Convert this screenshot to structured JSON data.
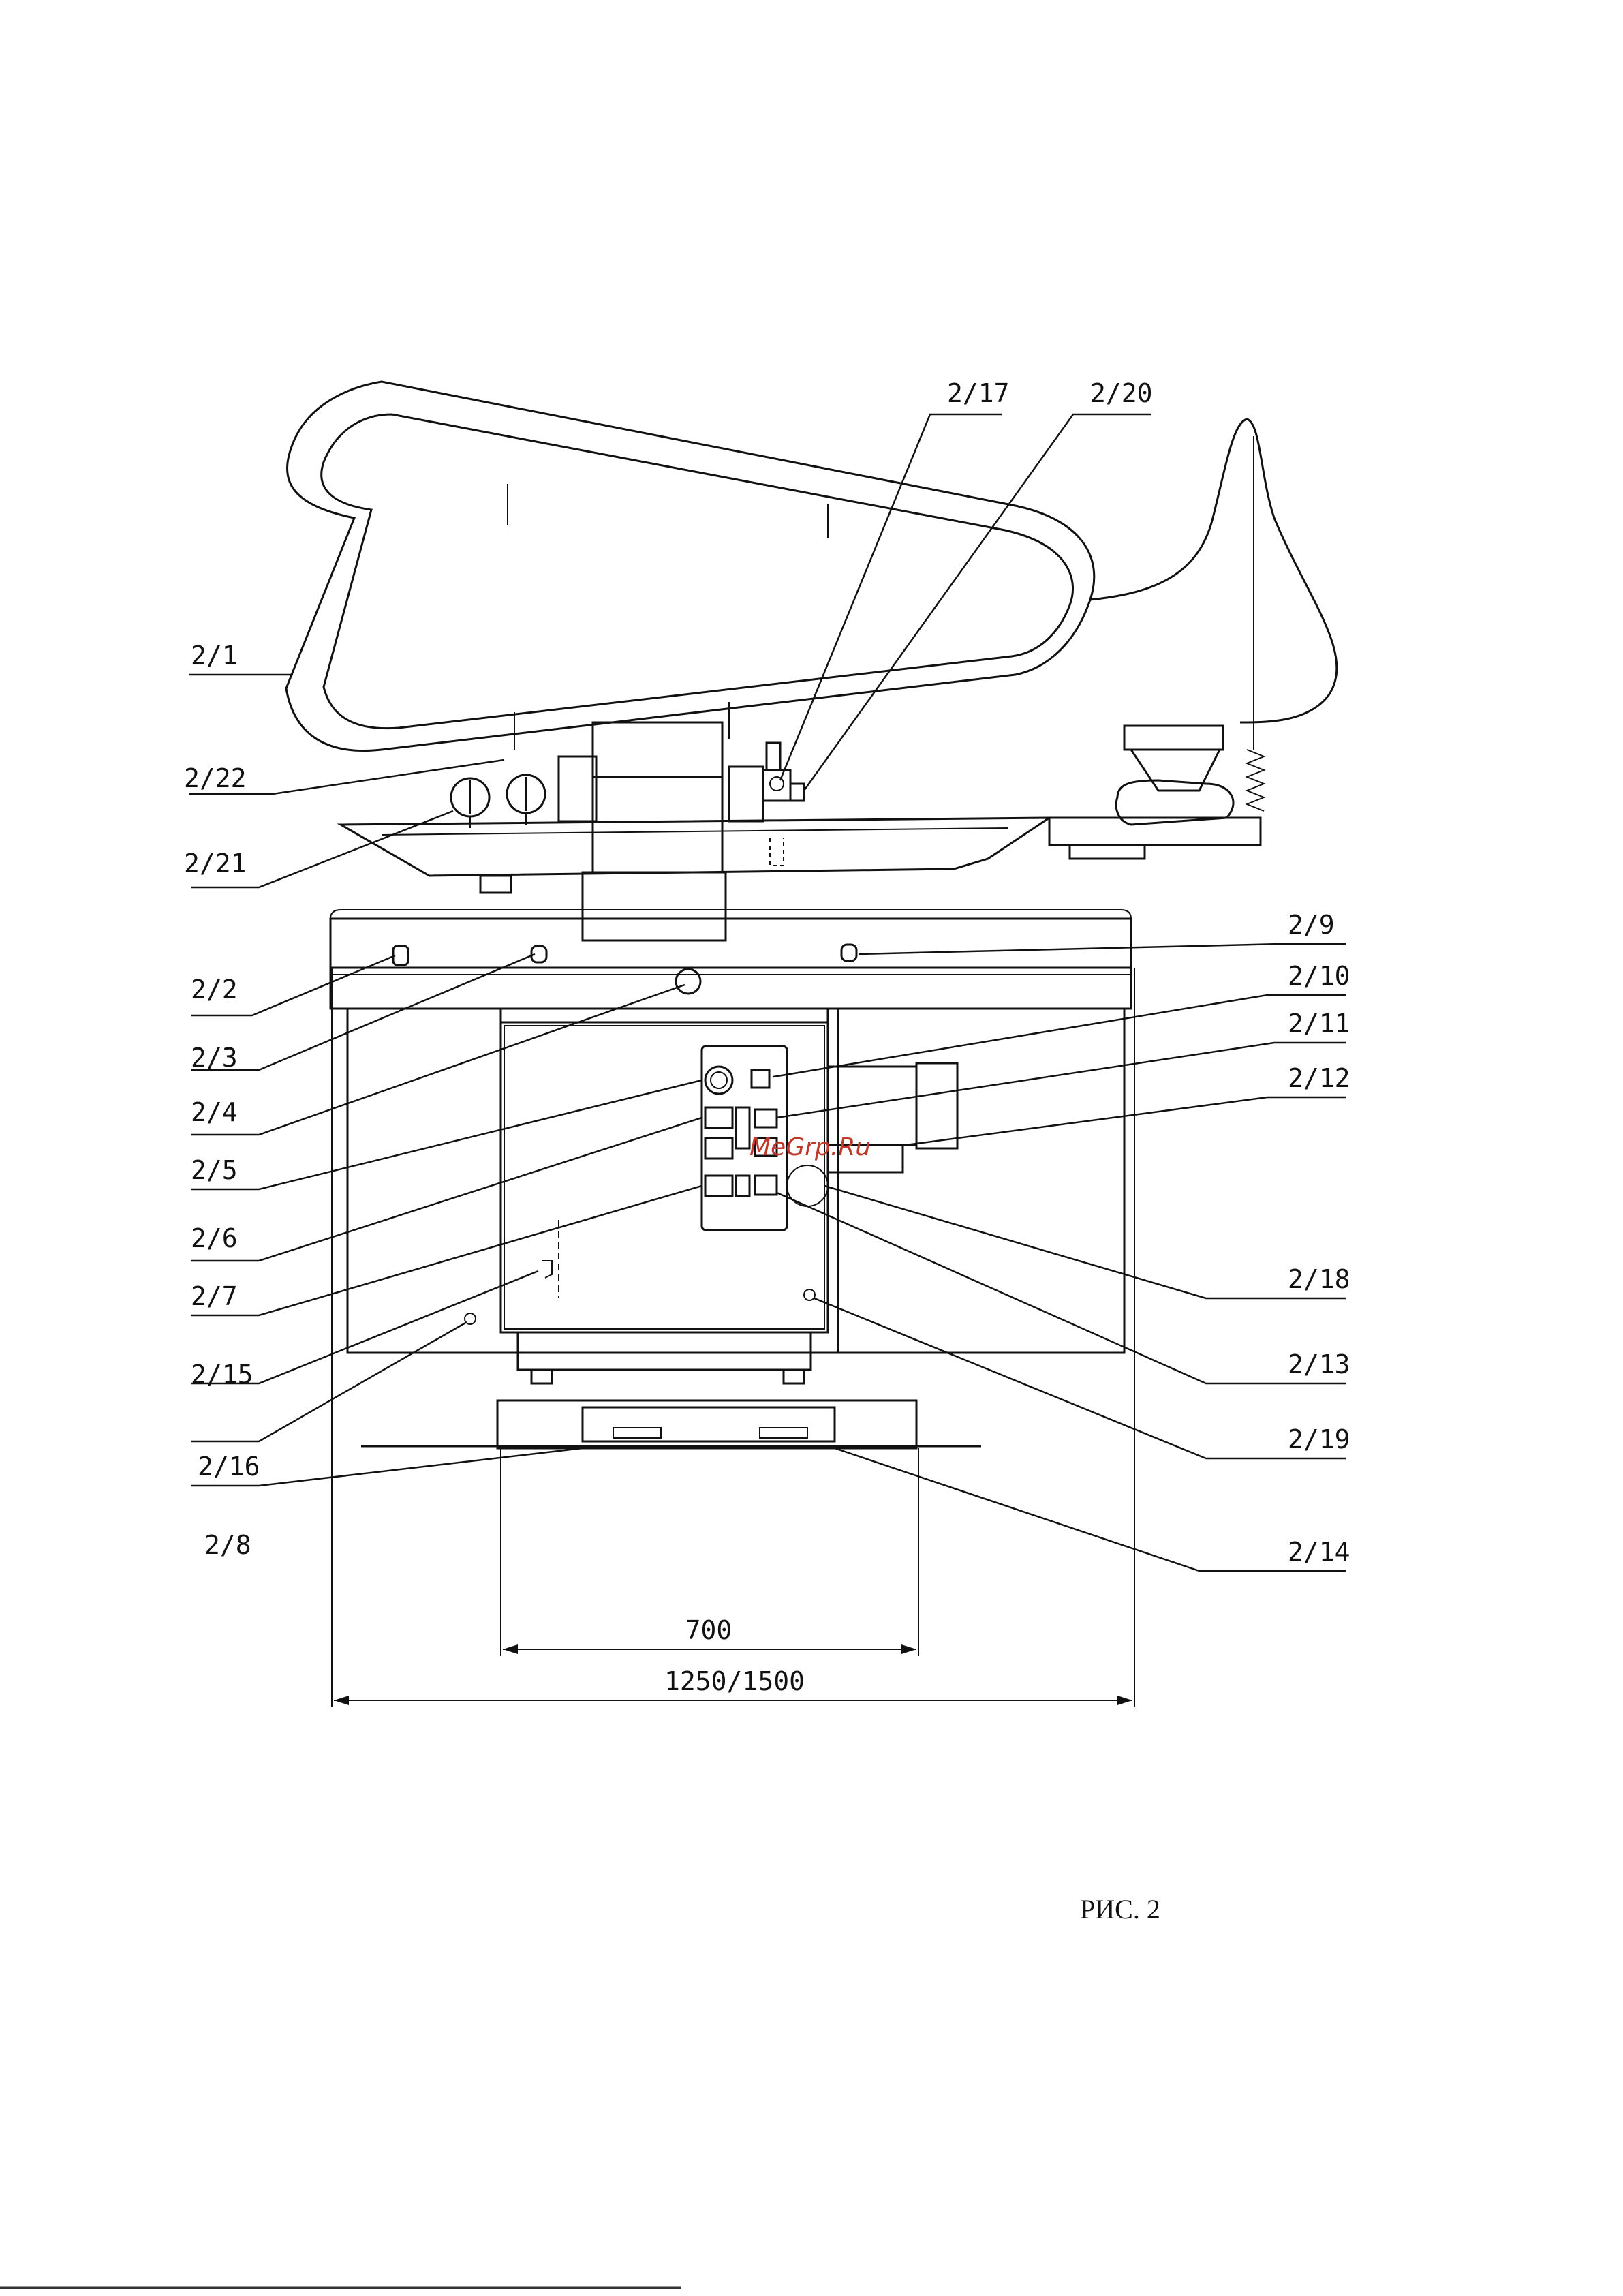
{
  "callouts": [
    {
      "id": "c-2-1",
      "text": "2/1"
    },
    {
      "id": "c-2-2",
      "text": "2/2"
    },
    {
      "id": "c-2-3",
      "text": "2/3"
    },
    {
      "id": "c-2-4",
      "text": "2/4"
    },
    {
      "id": "c-2-5",
      "text": "2/5"
    },
    {
      "id": "c-2-6",
      "text": "2/6"
    },
    {
      "id": "c-2-7",
      "text": "2/7"
    },
    {
      "id": "c-2-8",
      "text": "2/8"
    },
    {
      "id": "c-2-9",
      "text": "2/9"
    },
    {
      "id": "c-2-10",
      "text": "2/10"
    },
    {
      "id": "c-2-11",
      "text": "2/11"
    },
    {
      "id": "c-2-12",
      "text": "2/12"
    },
    {
      "id": "c-2-13",
      "text": "2/13"
    },
    {
      "id": "c-2-14",
      "text": "2/14"
    },
    {
      "id": "c-2-15",
      "text": "2/15"
    },
    {
      "id": "c-2-16",
      "text": "2/16"
    },
    {
      "id": "c-2-17",
      "text": "2/17"
    },
    {
      "id": "c-2-18",
      "text": "2/18"
    },
    {
      "id": "c-2-19",
      "text": "2/19"
    },
    {
      "id": "c-2-20",
      "text": "2/20"
    },
    {
      "id": "c-2-21",
      "text": "2/21"
    },
    {
      "id": "c-2-22",
      "text": "2/22"
    }
  ],
  "dimensions": {
    "inner": "700",
    "outer": "1250/1500"
  },
  "caption": "РИС. 2",
  "watermark": "MeGrp.Ru"
}
